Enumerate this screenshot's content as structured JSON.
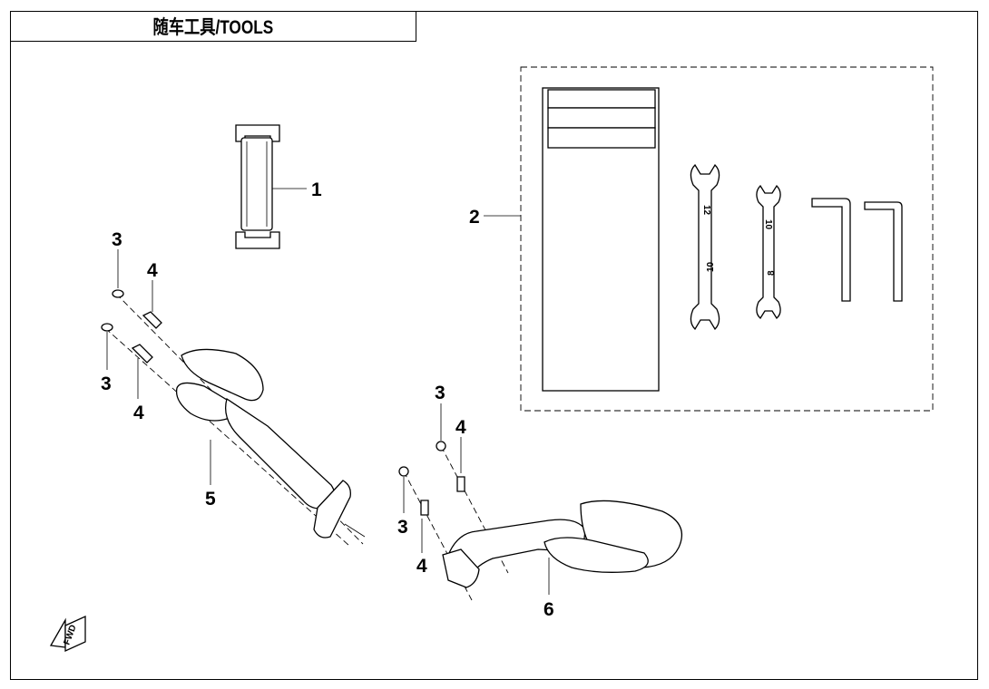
{
  "title": "随车工具/TOOLS",
  "callouts": {
    "strap": "1",
    "toolkit": "2",
    "cap_a": "3",
    "bolt_a": "4",
    "cap_b": "3",
    "bolt_b": "4",
    "cap_c": "3",
    "bolt_c": "4",
    "cap_d": "3",
    "bolt_d": "4",
    "mirror_left": "5",
    "mirror_right": "6"
  },
  "wrench_marks": {
    "wrench1_top": "12",
    "wrench1_bottom": "10",
    "wrench2_top": "10",
    "wrench2_bottom": "8"
  },
  "fwd_label": "FWD"
}
